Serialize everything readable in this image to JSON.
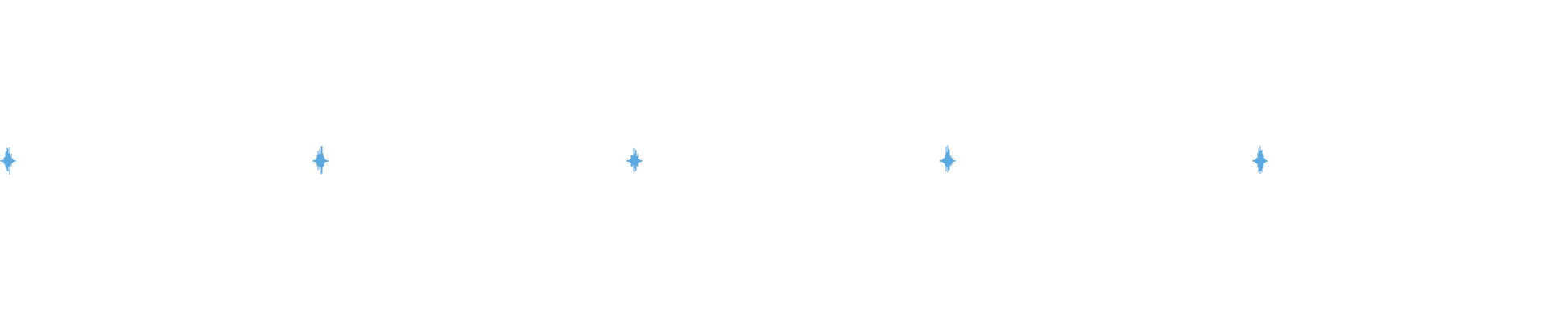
{
  "waveform": {
    "color": "#5aa9e0",
    "clips": [
      {
        "peak": 0.85
      },
      {
        "peak": 0.95
      },
      {
        "peak": 0.9
      },
      {
        "peak": 1.0
      },
      {
        "peak": 0.8
      }
    ]
  }
}
